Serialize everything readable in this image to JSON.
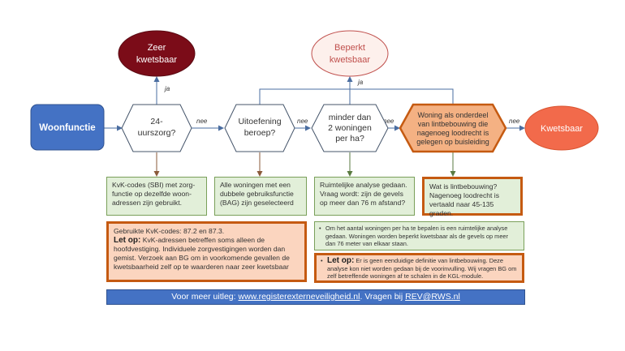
{
  "nodes": {
    "woonfunctie": "Woonfunctie",
    "zeer_kwetsbaar_1": "Zeer",
    "zeer_kwetsbaar_2": "kwetsbaar",
    "beperkt_1": "Beperkt",
    "beperkt_2": "kwetsbaar",
    "kwetsbaar": "Kwetsbaar",
    "q1_line1": "24-",
    "q1_line2": "uurszorg?",
    "q2_line1": "Uitoefening",
    "q2_line2": "beroep?",
    "q3_line1": "minder dan",
    "q3_line2": "2 woningen",
    "q3_line3": "per ha?",
    "q4_line1": "Woning als onderdeel",
    "q4_line2": "van lintbebouwing die",
    "q4_line3": "nagenoeg loodrecht  is",
    "q4_line4": "gelegen op buisleiding"
  },
  "edges": {
    "ja_1": "ja",
    "ja_2": "ja",
    "nee_1": "nee",
    "nee_2": "nee",
    "nee_3": "nee",
    "nee_4": "nee"
  },
  "notes": {
    "n1": "KvK-codes (SBI) met zorg-functie op dezelfde woon-adressen zijn gebruikt.",
    "n2": "Alle woningen met een dubbele gebruiksfunctie (BAG) zijn geselecteerd",
    "n3": "Ruimtelijke analyse gedaan. Vraag wordt: zijn de gevels op meer dan 76 m afstand?",
    "n4": "Wat is lintbebouwing? Nagenoeg loodrecht is vertaald naar 45-135 graden.",
    "kvk_codes": "Gebruikte KvK-codes: 87.2 en 87.3.",
    "let_op_label": "Let op:",
    "let_op_text": " KvK-adressen betreffen soms alleen de hoofdvestiging. Individuele zorgvestigingen worden dan gemist. Verzoek aan BG om in voorkomende  gevallen de kwetsbaarheid zelf op te waarderen naar zeer kwetsbaar",
    "ruimtelijk": "Om het aantal woningen per ha te bepalen is een ruimtelijke analyse gedaan. Woningen worden beperkt kwetsbaar als de gevels op meer dan 76 meter van elkaar staan.",
    "let_op2_label": "Let op:",
    "let_op2_text": " Er is geen eenduidige definitie van lintbebouwing. Deze analyse kon niet worden gedaan bij de voorinvulling. Wij vragen BG om zelf betreffende woningen af te schalen in de KGL-module."
  },
  "footer": {
    "prefix": "Voor meer uitleg: ",
    "url": "www.registerexterneveiligheid.nl",
    "middle": ".  Vragen bij ",
    "email": "REV@RWS.nl"
  },
  "colors": {
    "blue": "#4472c4",
    "dark_red": "#7b0c18",
    "light_pink": "#fdf0ec",
    "orange_fill": "#f4b183",
    "orange_border": "#c55a11",
    "red_oval": "#f26a4b",
    "green_note": "#e2efd9"
  }
}
